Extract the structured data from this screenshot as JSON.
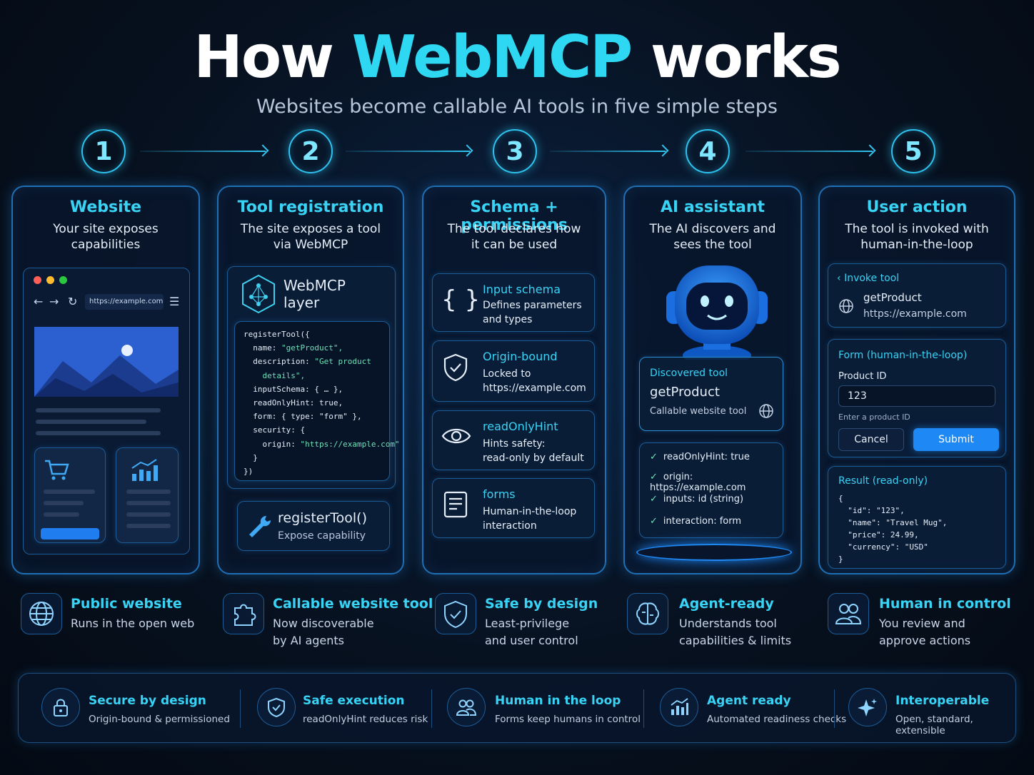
{
  "header": {
    "title_prefix": "How",
    "title_accent": "WebMCP",
    "title_suffix": "works",
    "subtitle": "Websites become callable AI tools in five simple steps"
  },
  "steps": [
    {
      "number": "1",
      "title": "Website",
      "desc": "Your site exposes capabilities"
    },
    {
      "number": "2",
      "title": "Tool registration",
      "desc": "The site exposes a tool via WebMCP"
    },
    {
      "number": "3",
      "title": "Schema + permissions",
      "desc": "The tool declares how it can be used"
    },
    {
      "number": "4",
      "title": "AI assistant",
      "desc": "The AI discovers and sees the tool"
    },
    {
      "number": "5",
      "title": "User action",
      "desc": "The tool is invoked with human-in-the-loop"
    }
  ],
  "website": {
    "url": "https://example.com"
  },
  "registration": {
    "layer_title_1": "WebMCP",
    "layer_title_2": "layer",
    "code_lines": [
      "registerTool({",
      "  name: ",
      "  description: ",
      "    details\",",
      "  inputSchema: { … },",
      "  readOnlyHint: true,",
      "  form: { type: \"form\" },",
      "  security: {",
      "    origin: ",
      "  }",
      "})"
    ],
    "code_strings": {
      "name": "\"getProduct\",",
      "description": "\"Get product",
      "origin": "\"https://example.com\""
    },
    "register_title": "registerTool()",
    "register_desc": "Expose capability"
  },
  "schema": {
    "items": [
      {
        "title": "Input schema",
        "desc1": "Defines parameters",
        "desc2": "and types",
        "icon": "braces-icon"
      },
      {
        "title": "Origin-bound",
        "desc1": "Locked to",
        "desc2": "https://example.com",
        "icon": "shield-check-icon"
      },
      {
        "title": "readOnlyHint",
        "desc1": "Hints safety:",
        "desc2": "read-only by default",
        "icon": "eye-icon"
      },
      {
        "title": "forms",
        "desc1": "Human-in-the-loop",
        "desc2": "interaction",
        "icon": "form-icon"
      }
    ]
  },
  "assistant": {
    "discovered_label": "Discovered tool",
    "tool_name": "getProduct",
    "tool_desc": "Callable website tool",
    "checks": [
      "readOnlyHint: true",
      "origin: https://example.com",
      "inputs: id (string)",
      "interaction: form"
    ]
  },
  "user_action": {
    "invoke_label": "Invoke tool",
    "invoke_name": "getProduct",
    "invoke_url": "https://example.com",
    "form_title": "Form (human-in-the-loop)",
    "field_label": "Product ID",
    "field_value": "123",
    "field_hint": "Enter a product ID",
    "cancel_label": "Cancel",
    "submit_label": "Submit",
    "result_title": "Result (read-only)",
    "result_lines": [
      "{",
      "  \"id\": \"123\",",
      "  \"name\": \"Travel Mug\",",
      "  \"price\": 24.99,",
      "  \"currency\": \"USD\"",
      "}"
    ]
  },
  "features": [
    {
      "title": "Public website",
      "desc1": "Runs in the open web",
      "desc2": "",
      "icon": "globe-icon"
    },
    {
      "title": "Callable website tool",
      "desc1": "Now discoverable",
      "desc2": "by AI agents",
      "icon": "puzzle-icon"
    },
    {
      "title": "Safe by design",
      "desc1": "Least-privilege",
      "desc2": "and user control",
      "icon": "shield-check-icon"
    },
    {
      "title": "Agent-ready",
      "desc1": "Understands tool",
      "desc2": "capabilities & limits",
      "icon": "brain-icon"
    },
    {
      "title": "Human in control",
      "desc1": "You review and",
      "desc2": "approve actions",
      "icon": "users-icon"
    }
  ],
  "band": [
    {
      "title": "Secure by design",
      "desc": "Origin-bound & permissioned",
      "icon": "lock-icon"
    },
    {
      "title": "Safe execution",
      "desc": "readOnlyHint reduces risk",
      "icon": "shield-check-icon"
    },
    {
      "title": "Human in the loop",
      "desc": "Forms keep humans in control",
      "icon": "users-icon"
    },
    {
      "title": "Agent ready",
      "desc": "Automated readiness checks",
      "icon": "chart-icon"
    },
    {
      "title": "Interoperable",
      "desc": "Open, standard, extensible",
      "icon": "sparkle-icon"
    }
  ],
  "colors": {
    "accent": "#2fd8f2",
    "border": "#1f6fb4",
    "submit": "#1e88f5",
    "background": "#07111f"
  }
}
